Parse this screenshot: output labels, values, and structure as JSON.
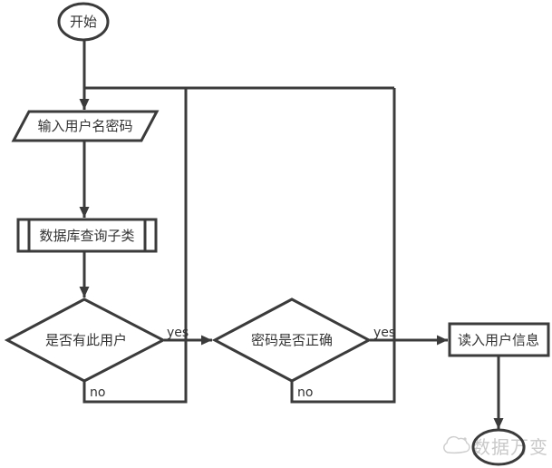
{
  "diagram": {
    "title_hint": "login-flowchart",
    "nodes": {
      "start": {
        "label": "开始",
        "type": "terminator"
      },
      "input": {
        "label": "输入用户名密码",
        "type": "io-parallelogram"
      },
      "query": {
        "label": "数据库查询子类",
        "type": "predefined-process"
      },
      "check_user": {
        "label": "是否有此用户",
        "type": "decision"
      },
      "check_password": {
        "label": "密码是否正确",
        "type": "decision"
      },
      "read_info": {
        "label": "读入用户信息",
        "type": "process"
      },
      "end": {
        "label": "",
        "type": "terminator"
      }
    },
    "edge_labels": {
      "user_yes": "yes",
      "user_no": "no",
      "password_yes": "yes",
      "password_no": "no"
    },
    "colors": {
      "line": "#3b3b3b",
      "text": "#333333",
      "watermark": "#c9c9c9",
      "background": "#ffffff"
    }
  },
  "watermark": {
    "text": "数据万变",
    "icon": "cloud-logo-icon"
  }
}
